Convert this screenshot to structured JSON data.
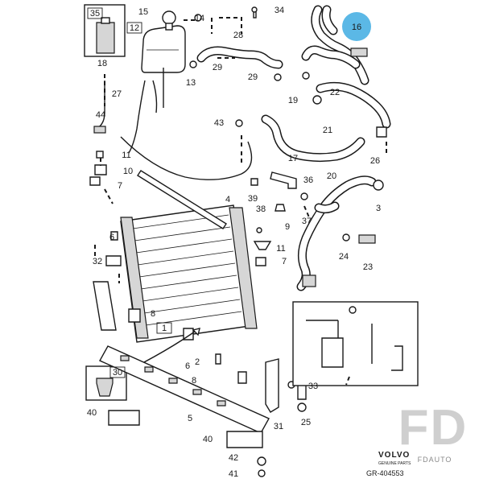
{
  "callouts": [
    "35",
    "15",
    "12",
    "14",
    "34",
    "28",
    "16",
    "18",
    "27",
    "13",
    "29",
    "29",
    "44",
    "22",
    "19",
    "43",
    "21",
    "11",
    "10",
    "17",
    "26",
    "7",
    "36",
    "20",
    "4",
    "39",
    "38",
    "3",
    "9",
    "11",
    "37",
    "6",
    "32",
    "24",
    "23",
    "7",
    "8",
    "1",
    "2",
    "30",
    "6",
    "8",
    "33",
    "5",
    "25",
    "40",
    "31",
    "40",
    "42",
    "41"
  ],
  "boxed_callouts": [
    "35",
    "12",
    "1",
    "30"
  ],
  "highlight_callout": "16",
  "highlight_color": "#5bb8e6",
  "brand": {
    "name": "VOLVO",
    "tagline": "GENUINE PARTS",
    "diagram_code": "GR-404553"
  },
  "watermark": {
    "letters": "FD",
    "caption": "FDAUTO"
  }
}
